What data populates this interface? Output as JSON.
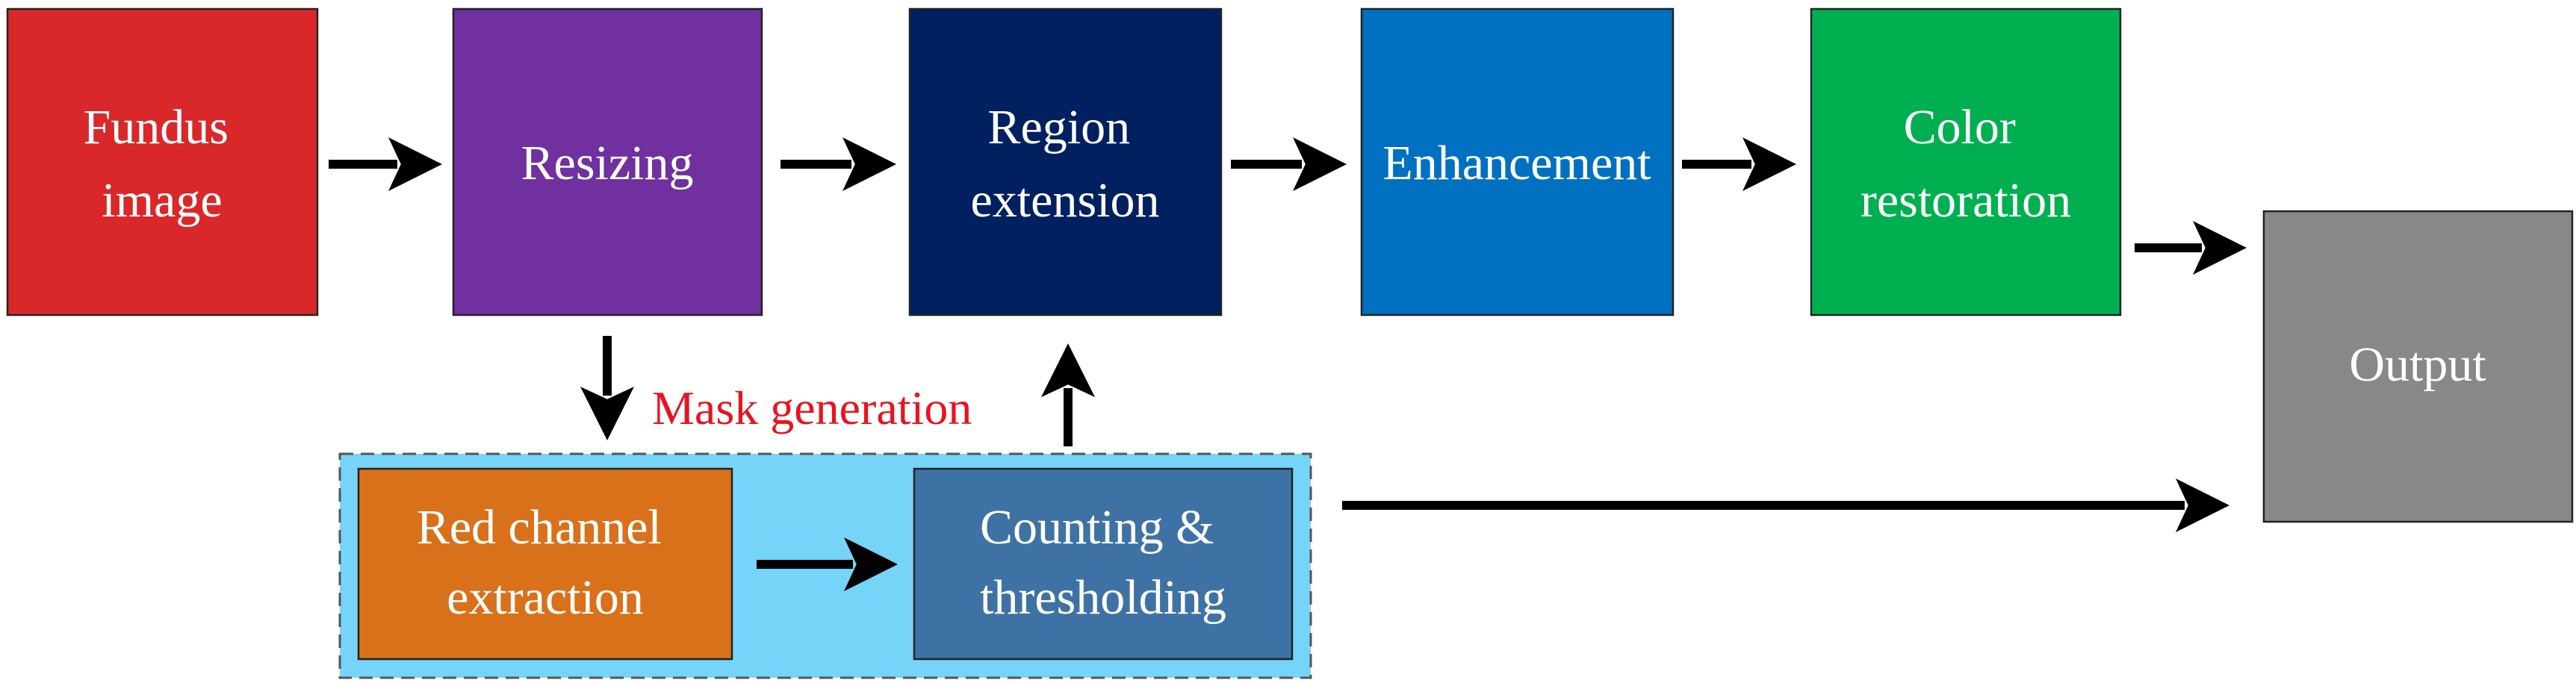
{
  "nodes": {
    "fundus": {
      "lines": [
        "Fundus",
        "image"
      ],
      "color": "#d9282a"
    },
    "resizing": {
      "lines": [
        "Resizing"
      ],
      "color": "#7030a0"
    },
    "region": {
      "lines": [
        "Region",
        "extension"
      ],
      "color": "#002060"
    },
    "enhancement": {
      "lines": [
        "Enhancement"
      ],
      "color": "#0070c0"
    },
    "color_restoration": {
      "lines": [
        "Color",
        "restoration"
      ],
      "color": "#00b050"
    },
    "output": {
      "lines": [
        "Output"
      ],
      "color": "#888888"
    },
    "red_channel": {
      "lines": [
        "Red channel",
        "extraction"
      ],
      "color": "#d9701a"
    },
    "counting": {
      "lines": [
        "Counting &",
        "thresholding"
      ],
      "color": "#3f72a4"
    }
  },
  "mask_group": {
    "label": "Mask generation",
    "fill": "#75d4f7",
    "label_color": "#e8141e"
  }
}
